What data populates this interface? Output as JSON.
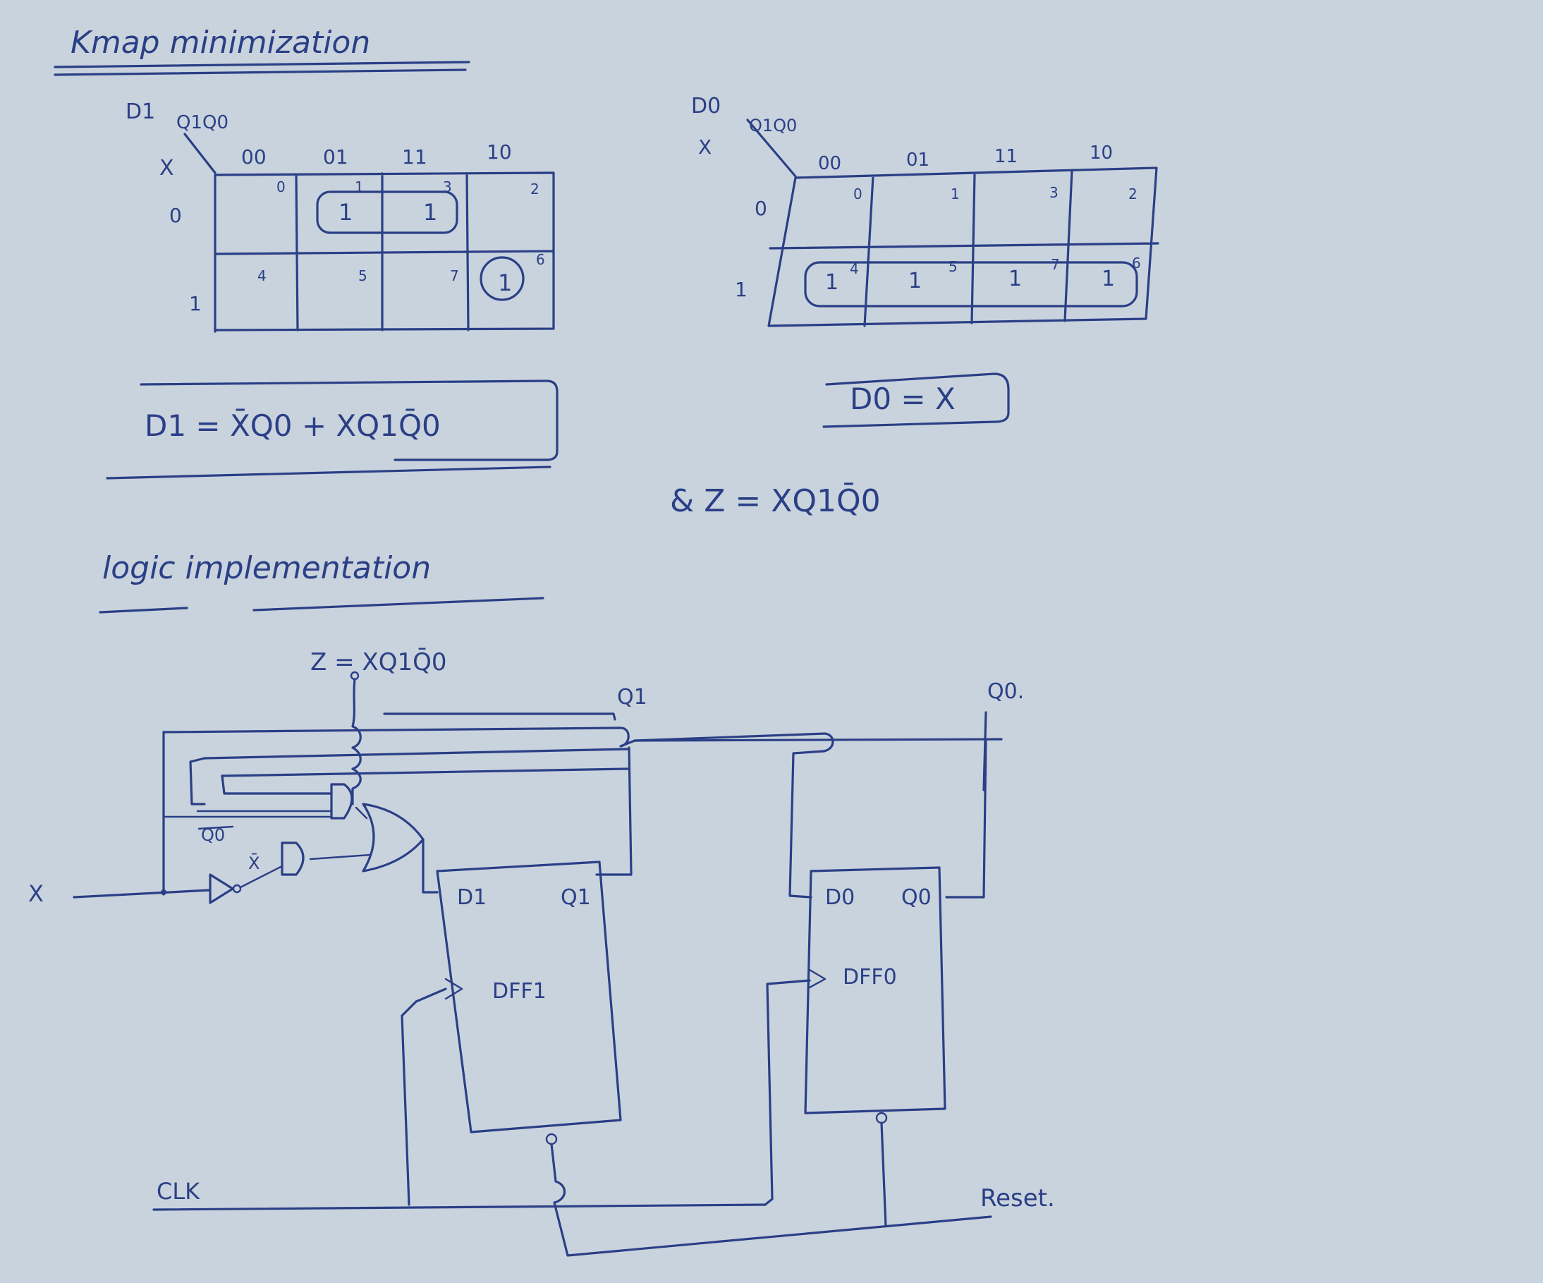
{
  "title": "Kmap minimization",
  "kmap_d1": {
    "output_label": "D1",
    "col_var_label": "Q1Q0",
    "row_var_label": "X",
    "col_headers": [
      "00",
      "01",
      "11",
      "10"
    ],
    "row_headers": [
      "0",
      "1"
    ],
    "cell_indices": [
      [
        "0",
        "1",
        "3",
        "2"
      ],
      [
        "4",
        "5",
        "7",
        "6"
      ]
    ],
    "cell_values": [
      [
        "",
        "1",
        "1",
        ""
      ],
      [
        "",
        "",
        "",
        "1"
      ]
    ]
  },
  "kmap_d0": {
    "output_label": "D0",
    "col_var_label": "Q1Q0",
    "row_var_label": "X",
    "col_headers": [
      "00",
      "01",
      "11",
      "10"
    ],
    "row_headers": [
      "0",
      "1"
    ],
    "cell_indices": [
      [
        "0",
        "1",
        "3",
        "2"
      ],
      [
        "4",
        "5",
        "7",
        "6"
      ]
    ],
    "cell_values": [
      [
        "",
        "",
        "",
        ""
      ],
      [
        "1",
        "1",
        "1",
        "1"
      ]
    ]
  },
  "eq_d1": "D1 = X̄Q0 + XQ1Q̄0",
  "eq_d0": "D0 = X",
  "eq_z": "& Z = XQ1Q̄0",
  "section_logic": "logic implementation",
  "circuit": {
    "z_output": "Z = XQ1Q̄0",
    "q1_label": "Q1",
    "q0_label": "Q0.",
    "input_x": "X",
    "gate_label_q0": "Q0",
    "gate_label_xbar": "X̄",
    "dff1": {
      "d": "D1",
      "q": "Q1",
      "name": "DFF1"
    },
    "dff0": {
      "d": "D0",
      "q": "Q0",
      "name": "DFF0"
    },
    "clk": "CLK",
    "reset": "Reset."
  }
}
